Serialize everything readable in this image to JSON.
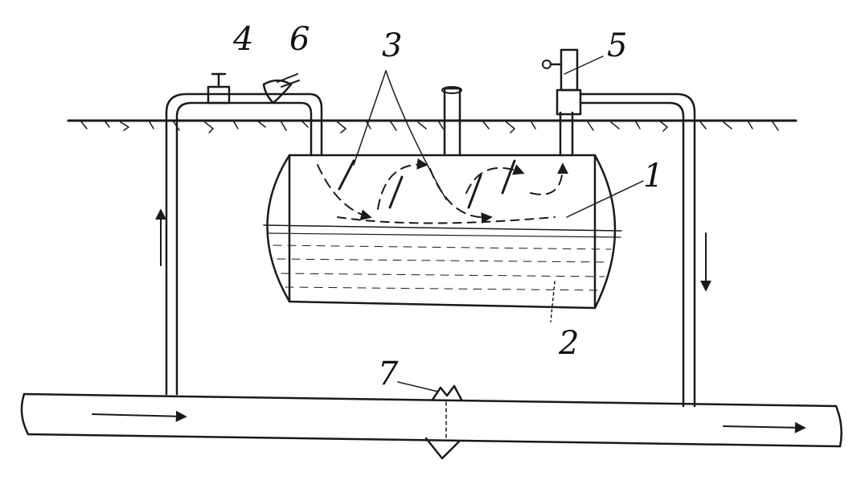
{
  "diagram": {
    "ink_color": "#1a1a1a",
    "background": "#ffffff",
    "callouts": {
      "c1": "1",
      "c2": "2",
      "c3": "3",
      "c4": "4",
      "c5": "5",
      "c6": "6",
      "c7": "7"
    }
  }
}
